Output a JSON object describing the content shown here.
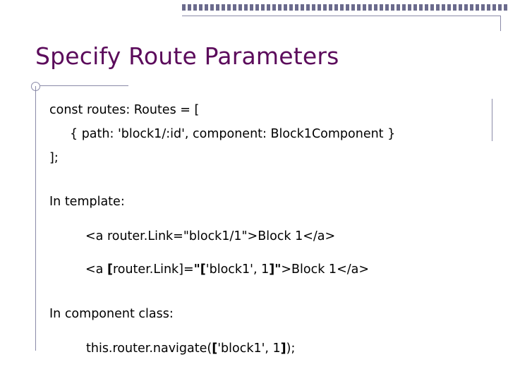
{
  "slide": {
    "title": "Specify Route Parameters",
    "code_block": {
      "line1": "const routes: Routes = [",
      "line2": "{ path: 'block1/:id', component: Block1Component }",
      "line3": "];"
    },
    "template_section": {
      "label": "In template:",
      "example1": "<a router.Link=\"block1/1\">Block 1</a>",
      "example2_parts": {
        "p1": "<a ",
        "p2": "[",
        "p3": "router.Link]=",
        "p4": "\"",
        "p5": "[",
        "p6": "'block1', 1",
        "p7": "]",
        "p8": "\"",
        "p9": ">Block 1</a>"
      }
    },
    "component_section": {
      "label": "In component class:",
      "example_parts": {
        "p1": "this.router.navigate(",
        "p2": "[",
        "p3": "'block1', 1",
        "p4": "]",
        "p5": ");"
      }
    }
  },
  "theme": {
    "title_color": "#5b0b5b",
    "rule_color": "#8a8aa8",
    "text_color": "#000000",
    "background": "#ffffff"
  }
}
